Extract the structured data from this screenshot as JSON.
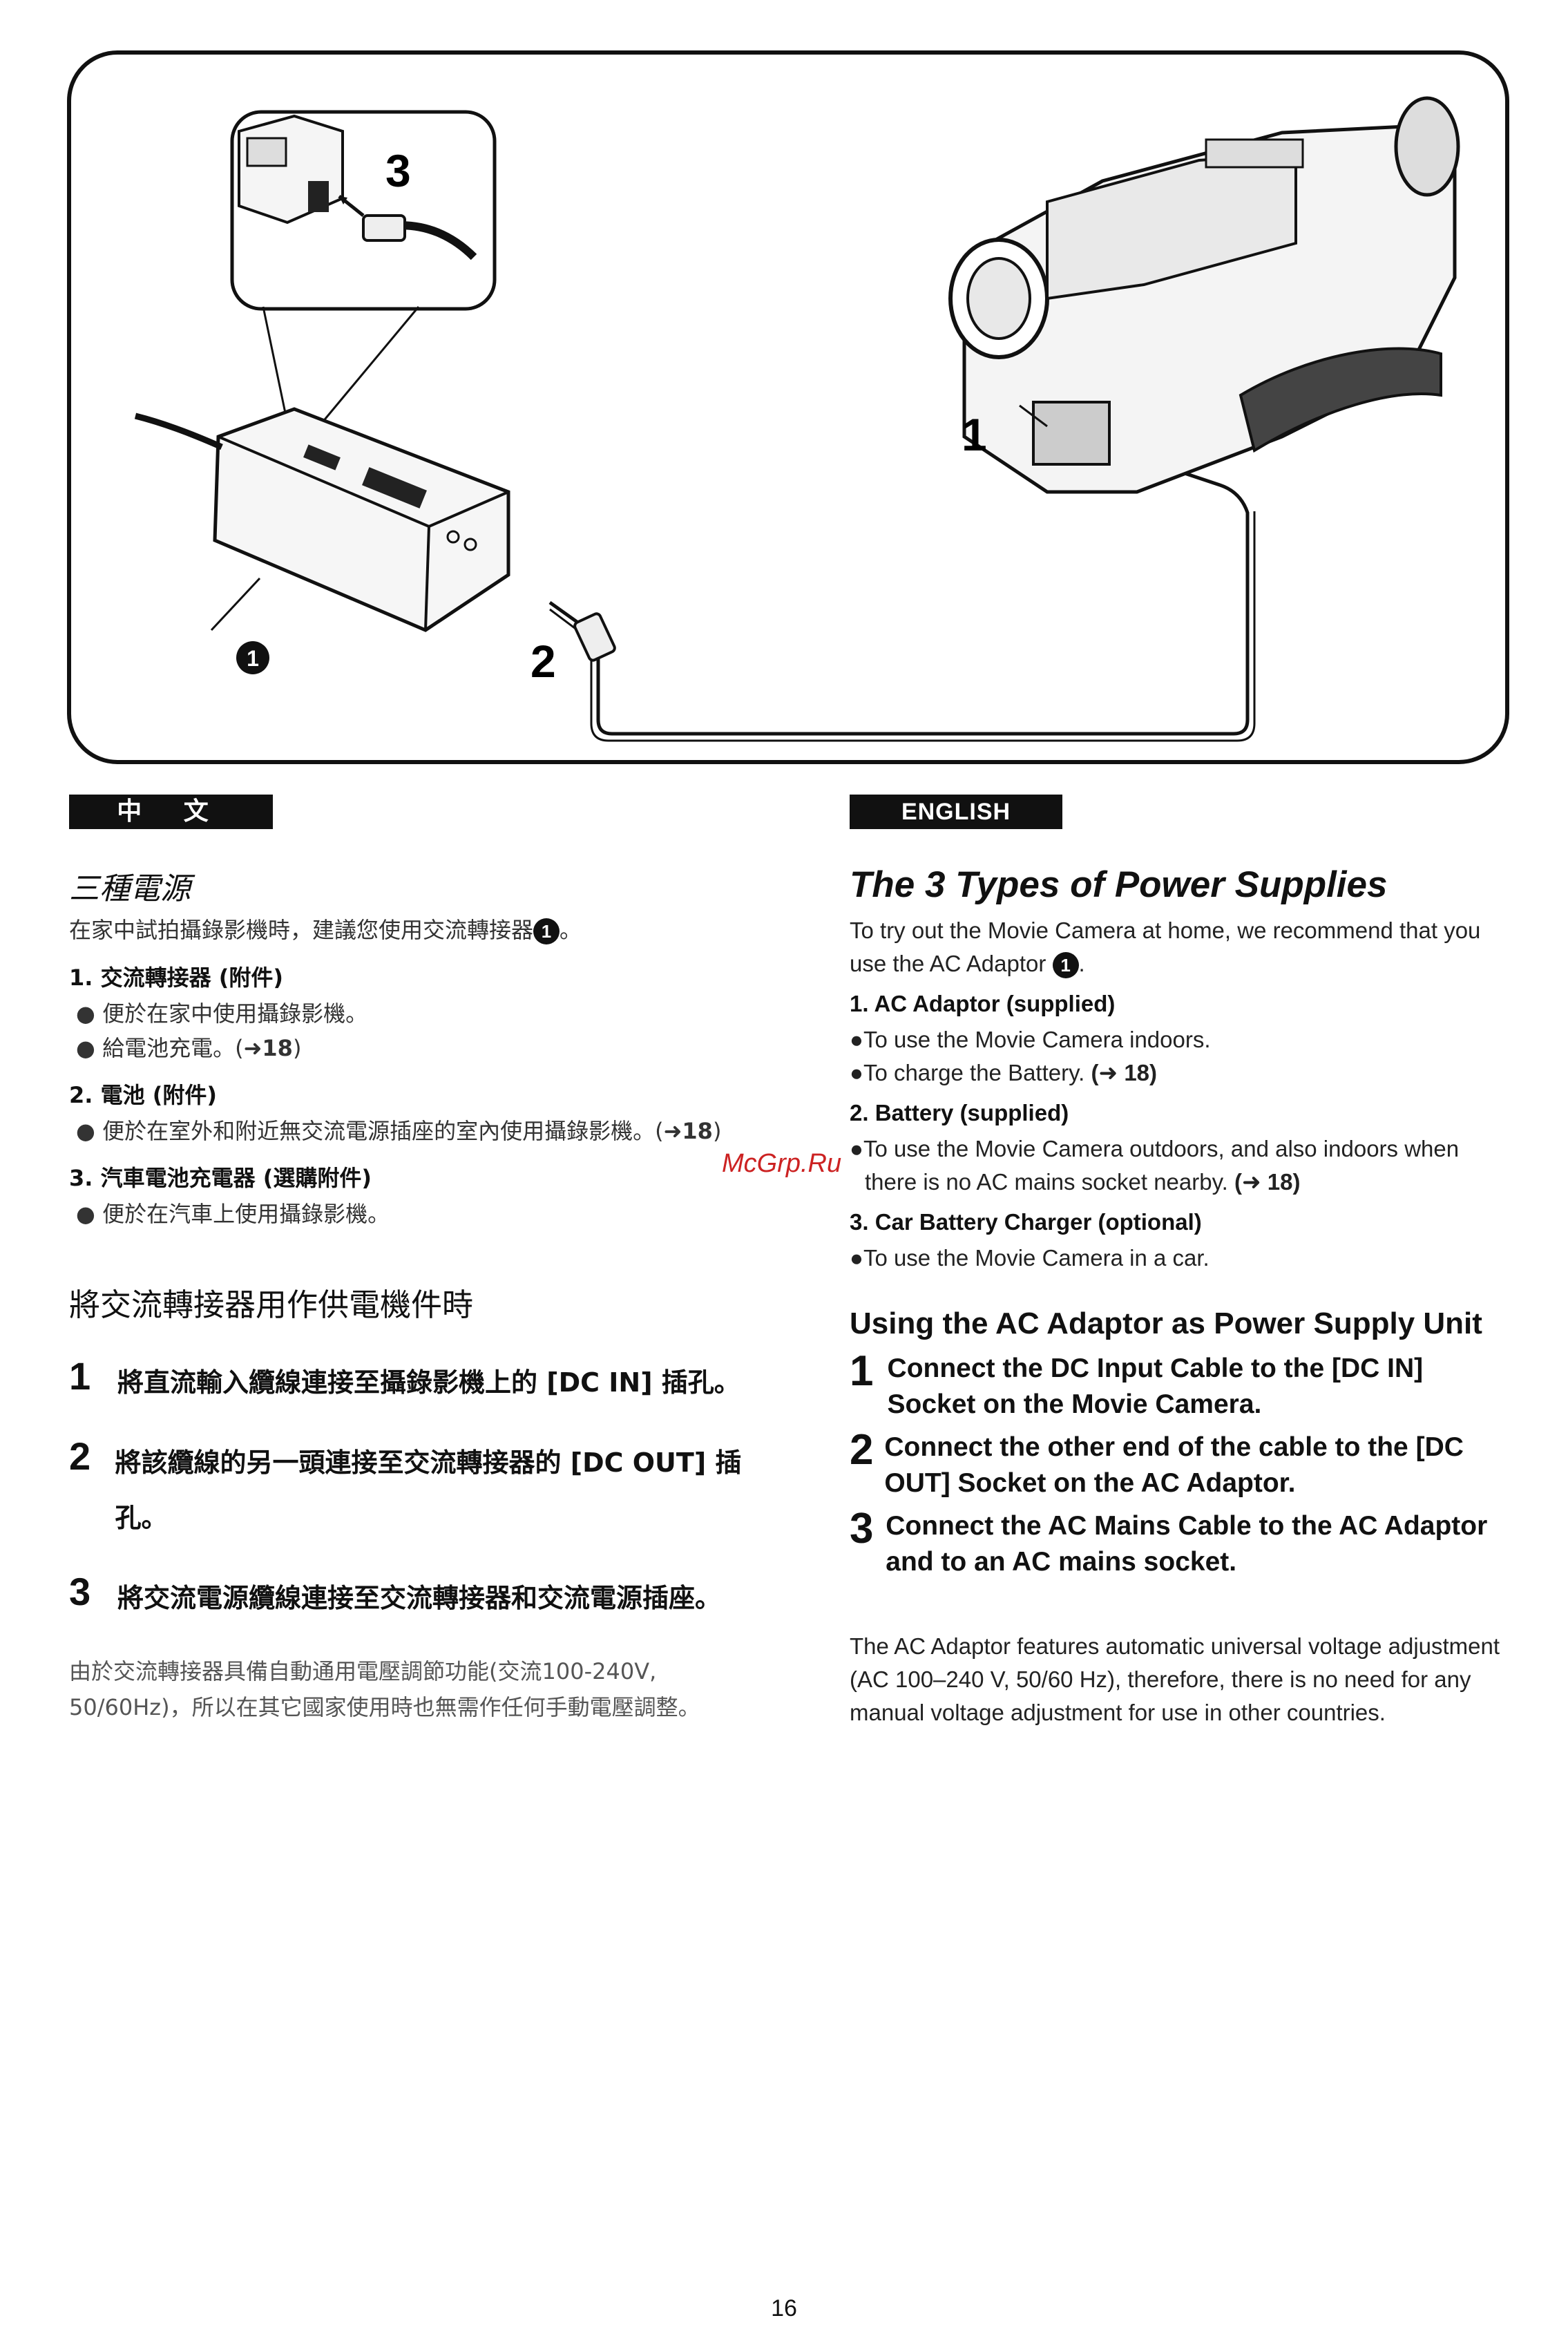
{
  "illustration": {
    "callouts": [
      "3",
      "1",
      "2"
    ],
    "adaptor_marker": "1"
  },
  "chinese": {
    "badge": "中 文",
    "title": "三種電源",
    "intro": "在家中試拍攝錄影機時，建議您使用交流轉接器",
    "intro_marker": "1",
    "intro_end": "。",
    "items": [
      {
        "label": "1. 交流轉接器 (附件)",
        "bullets": [
          {
            "text": "便於在家中使用攝錄影機。",
            "ref": ""
          },
          {
            "text": "給電池充電。(",
            "ref": "➜18",
            "end": ")"
          }
        ]
      },
      {
        "label": "2. 電池 (附件)",
        "bullets": [
          {
            "text": "便於在室外和附近無交流電源插座的室內使用攝錄影機。(",
            "ref": "➜18",
            "end": ")"
          }
        ]
      },
      {
        "label": "3. 汽車電池充電器 (選購附件)",
        "bullets": [
          {
            "text": "便於在汽車上使用攝錄影機。",
            "ref": ""
          }
        ]
      }
    ],
    "subtitle": "將交流轉接器用作供電機件時",
    "steps": [
      {
        "num": "1",
        "text": "將直流輸入纜線連接至攝錄影機上的 [DC IN] 插孔。"
      },
      {
        "num": "2",
        "text": "將該纜線的另一頭連接至交流轉接器的 [DC OUT] 插孔。"
      },
      {
        "num": "3",
        "text": "將交流電源纜線連接至交流轉接器和交流電源插座。"
      }
    ],
    "note": "由於交流轉接器具備自動通用電壓調節功能(交流100-240V, 50/60Hz)，所以在其它國家使用時也無需作任何手動電壓調整。"
  },
  "english": {
    "badge": "ENGLISH",
    "title": "The 3 Types of Power Supplies",
    "intro": "To try out the Movie Camera at home, we recommend that you use the AC Adaptor",
    "intro_marker": "1",
    "intro_end": ".",
    "items": [
      {
        "label": "1.  AC Adaptor (supplied)",
        "bullets": [
          {
            "text": "To use the Movie Camera indoors.",
            "ref": ""
          },
          {
            "text": "To charge the Battery. ",
            "ref": "(➜ 18)"
          }
        ]
      },
      {
        "label": "2.  Battery (supplied)",
        "bullets": [
          {
            "text": "To use the Movie Camera outdoors, and also indoors when there is no AC mains socket nearby. ",
            "ref": "(➜ 18)"
          }
        ]
      },
      {
        "label": "3.  Car Battery Charger (optional)",
        "bullets": [
          {
            "text": "To use the Movie Camera in a car.",
            "ref": ""
          }
        ]
      }
    ],
    "subtitle": "Using the AC Adaptor as Power Supply Unit",
    "steps": [
      {
        "num": "1",
        "text": "Connect the DC Input Cable to the [DC IN] Socket on the Movie Camera."
      },
      {
        "num": "2",
        "text": "Connect the other end of the cable to the [DC OUT] Socket on the AC Adaptor."
      },
      {
        "num": "3",
        "text": "Connect the AC Mains Cable to the AC Adaptor and to an AC mains socket."
      }
    ],
    "note": "The AC Adaptor features automatic universal voltage adjustment (AC 100–240 V, 50/60 Hz), therefore, there is no need for any manual voltage adjustment for use in other countries."
  },
  "watermark": "McGrp.Ru",
  "page_number": "16"
}
